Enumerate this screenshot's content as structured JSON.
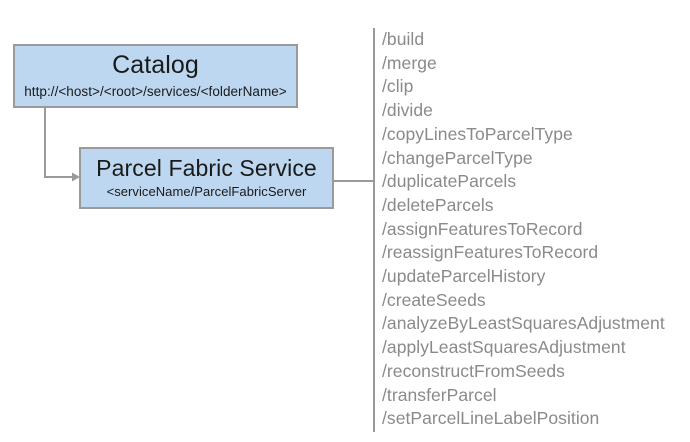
{
  "diagram": {
    "title": "Parcel Fabric Service REST endpoint diagram",
    "background_color": "#ffffff",
    "node_fill_color": "#bcd7ef",
    "node_border_color": "#9a9a9a",
    "connector_color": "#9a9a9a",
    "operation_text_color": "#8a8a8a"
  },
  "nodes": [
    {
      "id": "catalog",
      "title": "Catalog",
      "subtitle": "http://<host>/<root>/services/<folderName>"
    },
    {
      "id": "parcel-fabric-service",
      "title": "Parcel Fabric Service",
      "subtitle": "<serviceName/ParcelFabricServer"
    }
  ],
  "operations": [
    {
      "label": "/build"
    },
    {
      "label": "/merge"
    },
    {
      "label": "/clip"
    },
    {
      "label": "/divide"
    },
    {
      "label": "/copyLinesToParcelType"
    },
    {
      "label": "/changeParcelType"
    },
    {
      "label": "/duplicateParcels"
    },
    {
      "label": "/deleteParcels"
    },
    {
      "label": "/assignFeaturesToRecord"
    },
    {
      "label": "/reassignFeaturesToRecord"
    },
    {
      "label": "/updateParcelHistory"
    },
    {
      "label": "/createSeeds"
    },
    {
      "label": "/analyzeByLeastSquaresAdjustment"
    },
    {
      "label": "/applyLeastSquaresAdjustment"
    },
    {
      "label": "/reconstructFromSeeds"
    },
    {
      "label": "/transferParcel"
    },
    {
      "label": "/setParcelLineLabelPosition"
    }
  ]
}
